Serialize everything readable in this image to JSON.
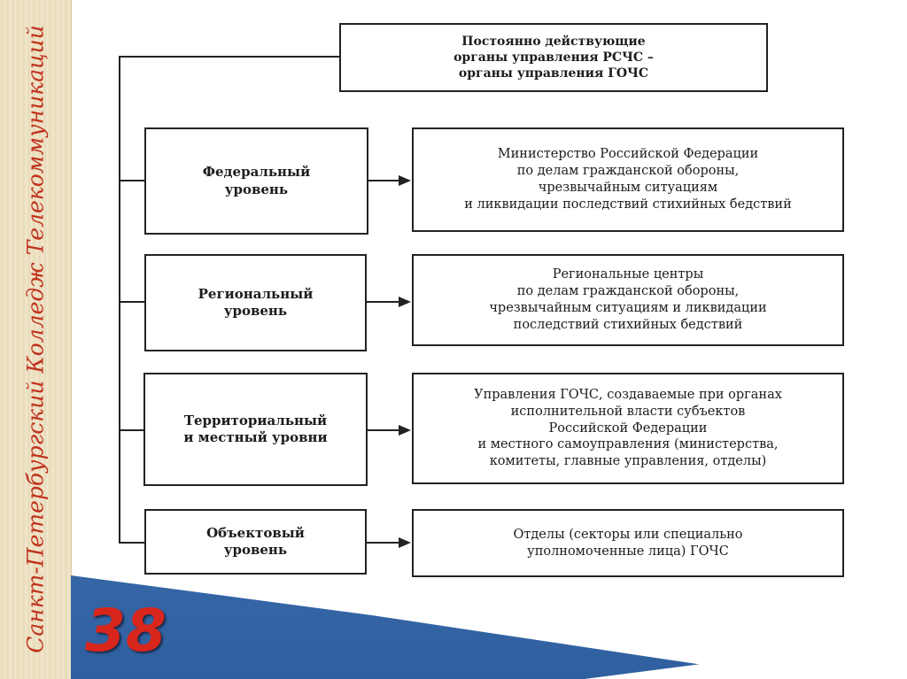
{
  "sidebar": {
    "college": "Санкт-Петербургский Колледж Телекоммуникаций",
    "page_number": "38"
  },
  "diagram": {
    "top": "Постоянно действующие\nорганы управления РСЧС –\nорганы управления ГОЧС",
    "levels": [
      {
        "label": "Федеральный\nуровень",
        "body": "Министерство Российской Федерации\nпо делам гражданской обороны,\nчрезвычайным ситуациям\nи ликвидации последствий стихийных бедствий"
      },
      {
        "label": "Региональный\nуровень",
        "body": "Региональные центры\nпо делам гражданской обороны,\nчрезвычайным ситуациям и ликвидации\nпоследствий стихийных бедствий"
      },
      {
        "label": "Территориальный\nи местный уровни",
        "body": "Управления ГОЧС, создаваемые при органах\nисполнительной власти субъектов\nРоссийской Федерации\nи местного самоуправления (министерства,\nкомитеты, главные управления, отделы)"
      },
      {
        "label": "Объектовый\nуровень",
        "body": "Отделы (секторы или специально\nуполномоченные лица) ГОЧС"
      }
    ]
  }
}
